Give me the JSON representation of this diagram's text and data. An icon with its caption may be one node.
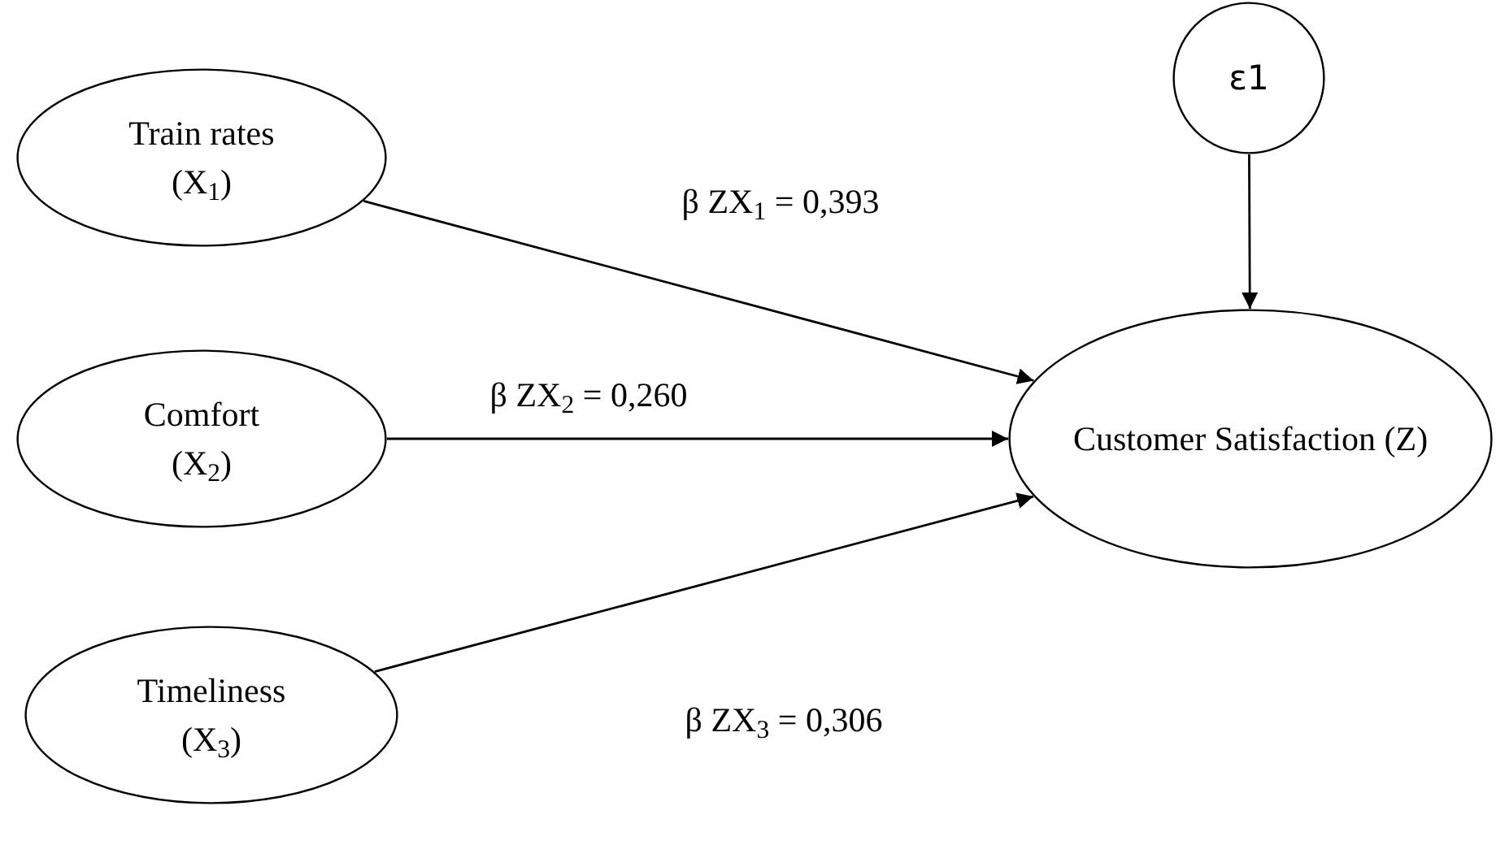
{
  "diagram": {
    "nodes": [
      {
        "text": [
          "Train rates",
          "(X$_{1}$)"
        ]
      },
      {
        "text": [
          "Comfort",
          "(X$_{2}$)"
        ]
      },
      {
        "text": [
          "Timeliness",
          "(X$_{3}$)"
        ]
      },
      {
        "text": [
          "ε1"
        ]
      },
      {
        "text": [
          "Customer Satisfaction (Z)"
        ]
      }
    ],
    "edges": [
      {
        "from": 0,
        "to": 4,
        "arrow": "to",
        "label": "β ZX$_{1}$ = 0,393"
      },
      {
        "from": 1,
        "to": 4,
        "arrow": "to",
        "label": "β ZX$_{2}$ = 0,260"
      },
      {
        "from": 2,
        "to": 4,
        "arrow": "to",
        "label": "β ZX$_{3}$ = 0,306"
      },
      {
        "from": 3,
        "to": 4,
        "arrow": "to"
      }
    ]
  }
}
